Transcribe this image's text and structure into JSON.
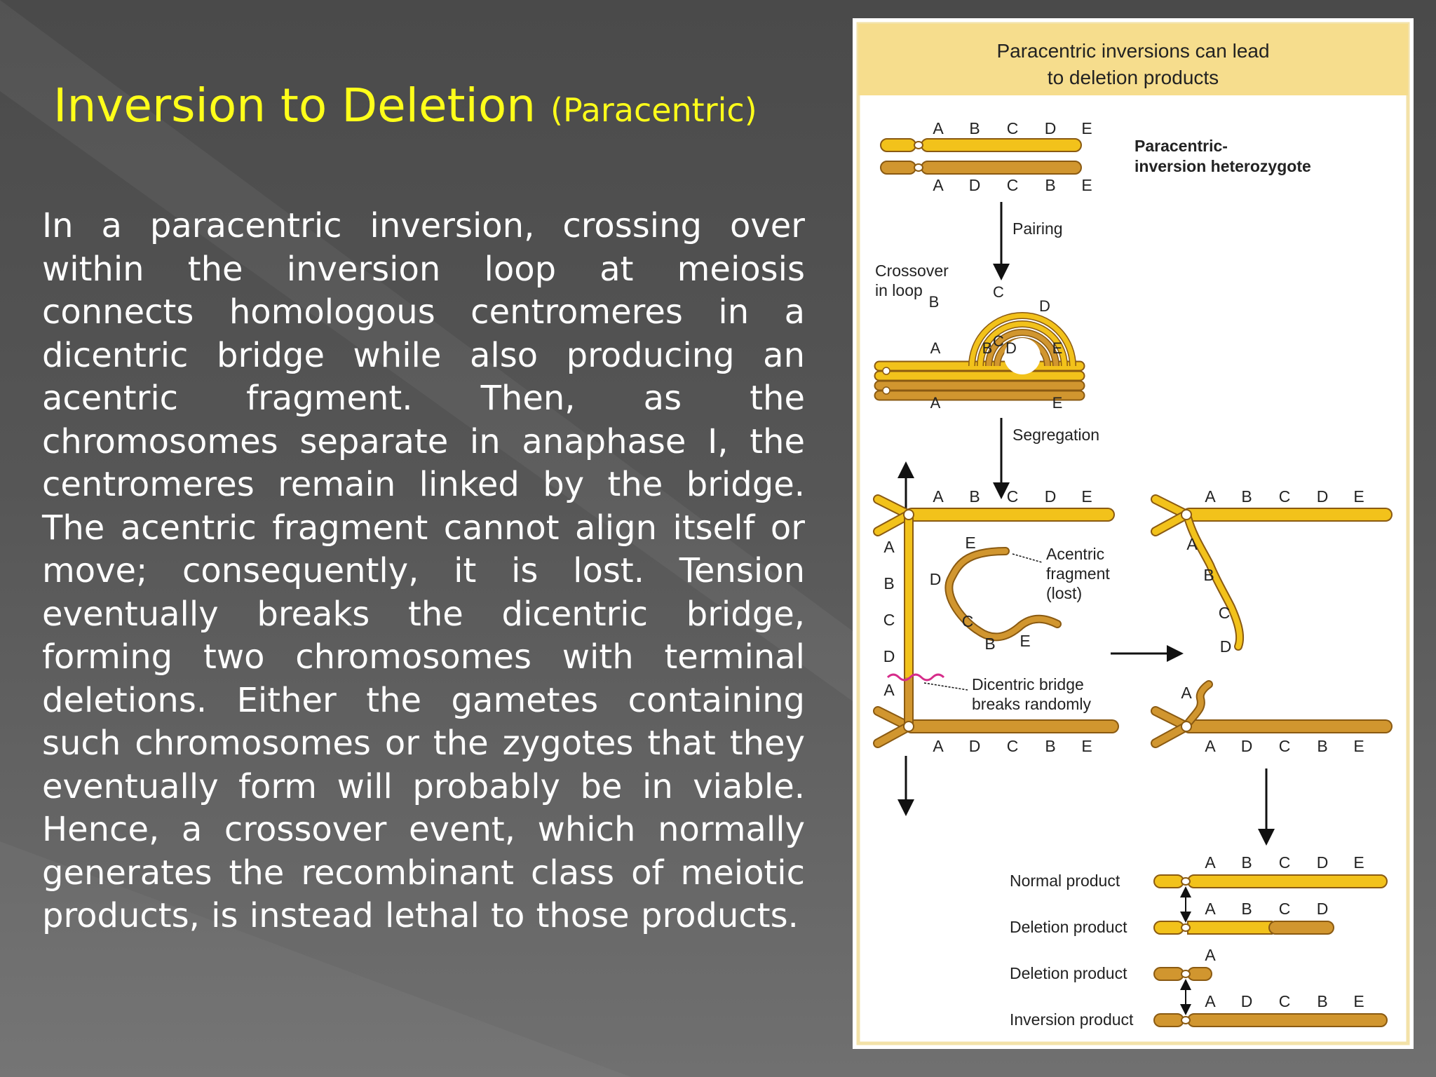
{
  "slide": {
    "title_main": "Inversion to Deletion",
    "title_sub": "(Paracentric)",
    "body": "In a paracentric inversion, crossing over within the inversion loop at meiosis connects homologous centromeres in a dicentric bridge while also producing an acentric fragment. Then, as the chromosomes separate in anaphase I, the centromeres remain linked by the bridge. The acentric fragment cannot align itself or move; consequently, it is lost. Tension eventually breaks the dicentric bridge, forming two chromosomes with terminal deletions. Either the gametes containing such chromosomes or the zygotes that they eventually form will probably be in viable. Hence, a crossover event, which normally generates the recombinant class of meiotic products, is instead lethal to those products."
  },
  "figure": {
    "header_line1": "Paracentric inversions can lead",
    "header_line2": "to deletion products",
    "heterozygote_label_line1": "Paracentric-",
    "heterozygote_label_line2": "inversion heterozygote",
    "pairing_label": "Pairing",
    "crossover_label_line1": "Crossover",
    "crossover_label_line2": "in loop",
    "segregation_label": "Segregation",
    "acentric_label_line1": "Acentric",
    "acentric_label_line2": "fragment",
    "acentric_label_line3": "(lost)",
    "bridge_label_line1": "Dicentric bridge",
    "bridge_label_line2": "breaks randomly",
    "products": [
      "Normal product",
      "Deletion product",
      "Deletion product",
      "Inversion product"
    ],
    "letters": {
      "A": "A",
      "B": "B",
      "C": "C",
      "D": "D",
      "E": "E"
    },
    "colors": {
      "chromosome_yellow": "#f2c21b",
      "chromosome_brown": "#d1962f",
      "outline": "#8a5a12",
      "header_band": "#f6dd8d",
      "frame": "#f3e2a8"
    }
  }
}
